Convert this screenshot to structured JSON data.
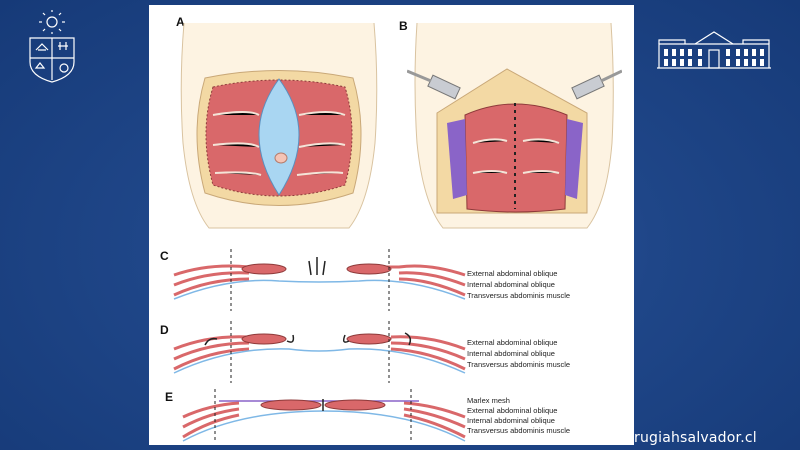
{
  "figure": {
    "panels": {
      "a": "A",
      "b": "B",
      "c": "C",
      "d": "D",
      "e": "E"
    },
    "labels_c": [
      "External abdominal oblique",
      "Internal abdominal oblique",
      "Transversus abdominis muscle"
    ],
    "labels_d": [
      "External abdominal oblique",
      "Internal abdominal oblique",
      "Transversus abdominis muscle"
    ],
    "labels_e": [
      "Marlex mesh",
      "External abdominal oblique",
      "Internal abdominal oblique",
      "Transversus abdominis muscle"
    ]
  },
  "footer": {
    "website": "rugiahsalvador.cl"
  },
  "colors": {
    "background": "#1f4688",
    "muscle": "#d9686a",
    "fat": "#f3d9a4",
    "fascia": "#9fd0ee"
  },
  "icons": {
    "left_logo": "university-crest-icon",
    "right_logo": "hospital-building-icon"
  }
}
